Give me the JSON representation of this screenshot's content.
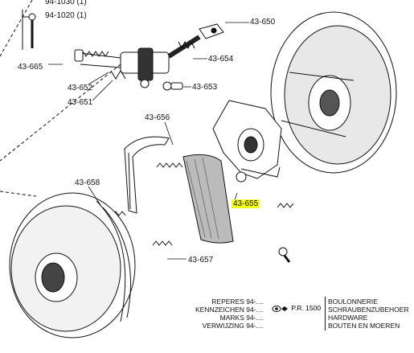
{
  "callouts": {
    "c_94_1030": "94-1030 (1)",
    "c_94_1020": "94-1020 (1)",
    "c_43_665": "43-665",
    "c_43_652": "43-652",
    "c_43_651": "43-651",
    "c_43_650": "43-650",
    "c_43_654": "43-654",
    "c_43_653": "43-653",
    "c_43_656": "43-656",
    "c_43_655": "43-655",
    "c_43_658": "43-658",
    "c_43_657": "43-657"
  },
  "legend": {
    "left": [
      "REPERES 94-....",
      "KENNZEICHEN 94-....",
      "MARKS 94-....",
      "VERWIJZING 94-...."
    ],
    "mid": "P.R. 1500",
    "right": [
      "BOULONNERIE",
      "SCHRAUBENZUBEHOER",
      "HARDWARE",
      "BOUTEN  EN  MOEREN"
    ]
  },
  "highlight_color": "#f4ff1a"
}
